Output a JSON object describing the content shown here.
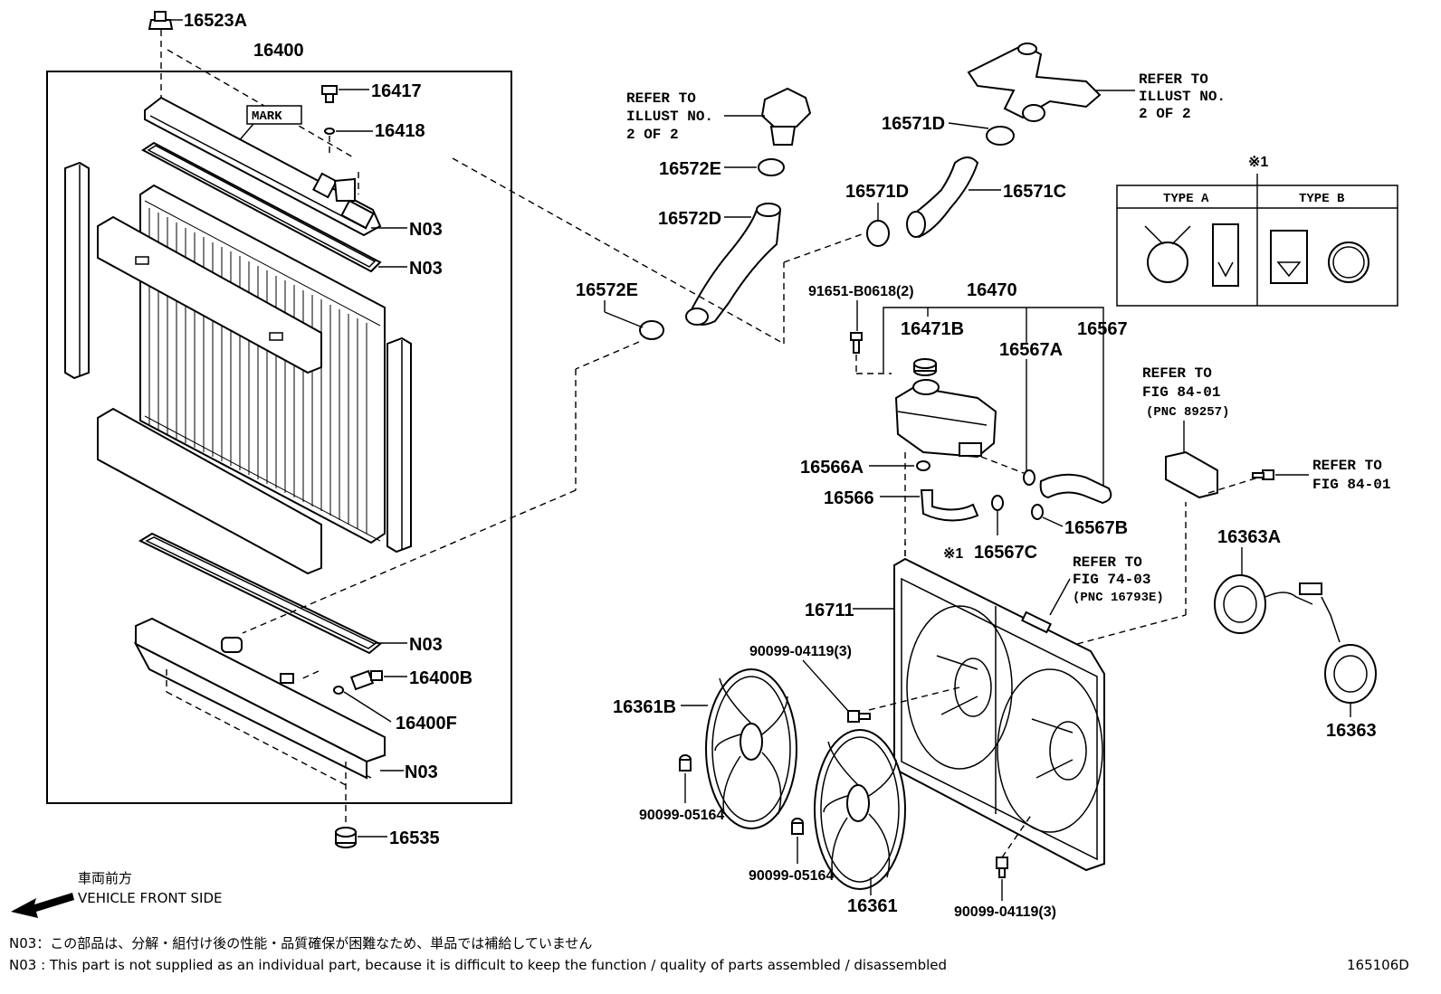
{
  "parts": {
    "p16523A": "16523A",
    "p16400": "16400",
    "p16417": "16417",
    "p16418": "16418",
    "mark": "MARK",
    "n03_1": "N03",
    "n03_2": "N03",
    "n03_3": "N03",
    "n03_4": "N03",
    "p16400B": "16400B",
    "p16400F": "16400F",
    "p16535": "16535",
    "p16572E_top": "16572E",
    "p16572D": "16572D",
    "p16572E_mid": "16572E",
    "p16571D_top": "16571D",
    "p16571D_mid": "16571D",
    "p16571C": "16571C",
    "p91651": "91651-B0618(2)",
    "p16470": "16470",
    "p16471B": "16471B",
    "p16567A": "16567A",
    "p16567": "16567",
    "p16566A": "16566A",
    "p16566": "16566",
    "p16567C": "16567C",
    "mark_16567C": "※1",
    "p16567B": "16567B",
    "p16711": "16711",
    "p90099_04119_top": "90099-04119(3)",
    "p16361B": "16361B",
    "p90099_05164_left": "90099-05164",
    "p90099_05164_mid": "90099-05164",
    "p16361": "16361",
    "p90099_04119_bot": "90099-04119(3)",
    "p16363A": "16363A",
    "p16363": "16363"
  },
  "refs": {
    "illust_left": [
      "REFER TO",
      "ILLUST NO.",
      "2 OF 2"
    ],
    "illust_right": [
      "REFER TO",
      "ILLUST NO.",
      "2 OF 2"
    ],
    "fig8401_top": [
      "REFER TO",
      "FIG 84-01",
      "(PNC 89257)"
    ],
    "fig8401_right": [
      "REFER TO",
      "FIG 84-01"
    ],
    "fig7403": [
      "REFER TO",
      "FIG 74-03",
      "(PNC 16793E)"
    ]
  },
  "legend": {
    "mark": "※1",
    "type_a": "TYPE A",
    "type_b": "TYPE B"
  },
  "direction": {
    "jp": "車両前方",
    "en": "VEHICLE FRONT SIDE"
  },
  "notes": {
    "jp": "N03：この部品は、分解・組付け後の性能・品質確保が困難なため、単品では補給していません",
    "en": "N03 : This part is not supplied as an individual part, because it is difficult to keep the function / quality of parts assembled / disassembled"
  },
  "figure_id": "165106D"
}
